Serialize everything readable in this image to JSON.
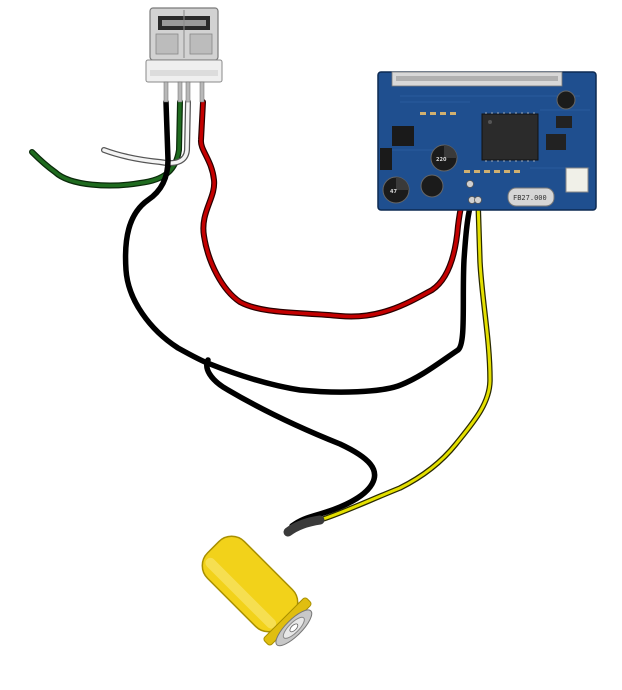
{
  "diagram": {
    "components": [
      {
        "id": "usb-connector",
        "kind": "USB Type-A female connector"
      },
      {
        "id": "driver-board",
        "kind": "LCD driver board"
      },
      {
        "id": "rca-plug",
        "kind": "yellow RCA plug"
      }
    ],
    "board_labels": {
      "crystal": "FB27.000",
      "cap_a": "220",
      "cap_b": "47"
    },
    "wires": [
      {
        "name": "red-wire",
        "color": "#c40000",
        "from": "usb-connector",
        "to": "driver-board"
      },
      {
        "name": "black-wire",
        "color": "#000000",
        "from": "usb-connector",
        "to": "driver-board"
      },
      {
        "name": "black-wire-rca-ground",
        "color": "#000000",
        "from": "driver-board",
        "to": "rca-plug"
      },
      {
        "name": "yellow-wire",
        "color": "#d8d400",
        "from": "driver-board",
        "to": "rca-plug"
      },
      {
        "name": "green-wire-cut",
        "color": "#1f6b1f",
        "from": "usb-connector",
        "to": ""
      },
      {
        "name": "white-wire-cut",
        "color": "#f2f2f2",
        "from": "usb-connector",
        "to": ""
      }
    ],
    "colors": {
      "board": "#1f4f8f",
      "rca_body": "#f2d21a",
      "usb_metal": "#c8c8c8"
    }
  }
}
